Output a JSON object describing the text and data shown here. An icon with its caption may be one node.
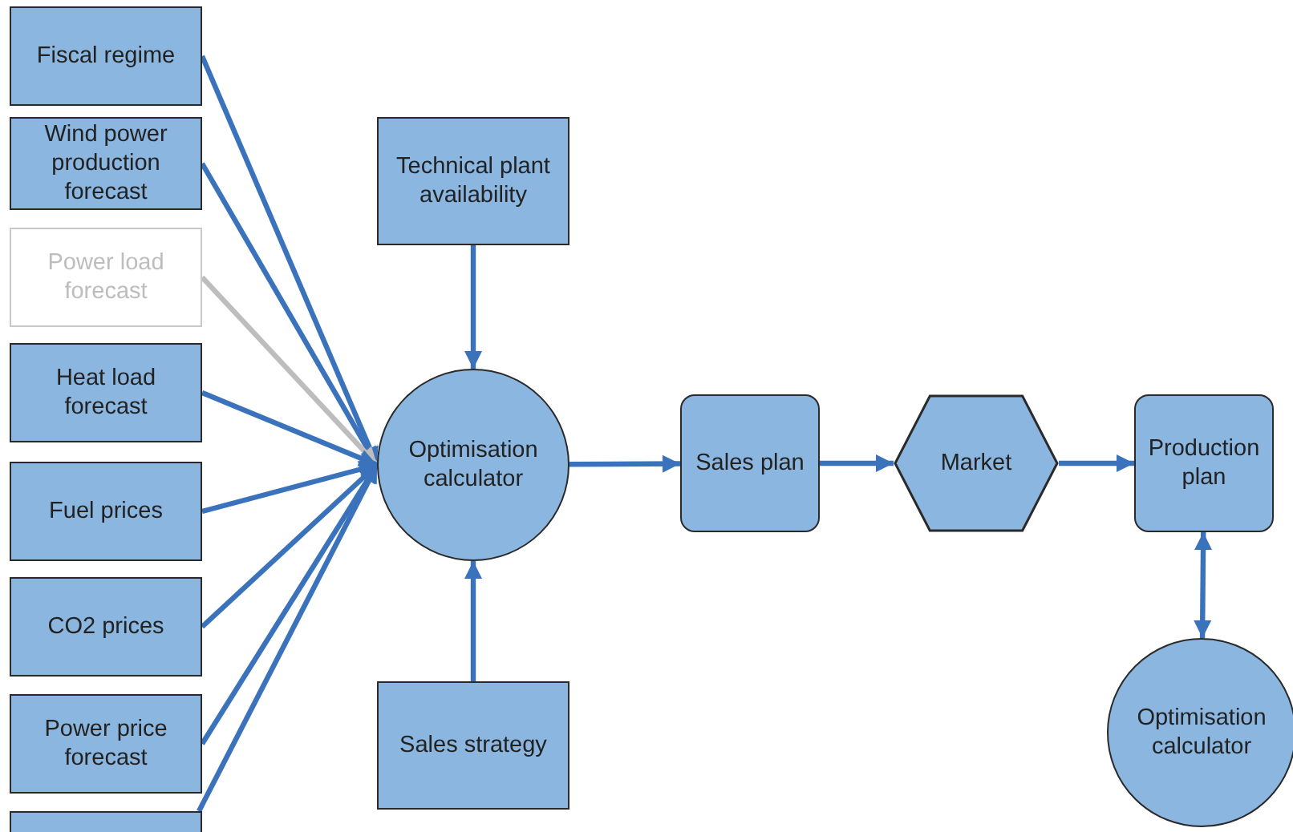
{
  "diagram": {
    "nodes": [
      {
        "text": [
          "Fiscal regime"
        ]
      },
      {
        "text": [
          "Wind power production forecast"
        ]
      },
      {
        "text": [
          "Power load forecast"
        ]
      },
      {
        "text": [
          "Heat load forecast"
        ]
      },
      {
        "text": [
          "Fuel prices"
        ]
      },
      {
        "text": [
          "CO2 prices"
        ]
      },
      {
        "text": [
          "Power price forecast"
        ]
      },
      {
        "text": [],
        "shape": "box"
      },
      {
        "text": [
          "Technical plant availability"
        ]
      },
      {
        "text": [
          "Optimisation calculator"
        ]
      },
      {
        "text": [
          "Sales strategy"
        ]
      },
      {
        "text": [
          "Sales plan"
        ]
      },
      {
        "text": [
          "Market"
        ]
      },
      {
        "text": [
          "Production plan"
        ]
      },
      {
        "text": [
          "Optimisation calculator"
        ]
      }
    ],
    "edges": [
      {
        "from": 0,
        "to": 9,
        "arrow": "to"
      },
      {
        "from": 1,
        "to": 9,
        "arrow": "to"
      },
      {
        "from": 2,
        "to": 9,
        "arrow": "to",
        "color": "#bdbdbd"
      },
      {
        "from": 3,
        "to": 9,
        "arrow": "to"
      },
      {
        "from": 4,
        "to": 9,
        "arrow": "to"
      },
      {
        "from": 5,
        "to": 9,
        "arrow": "to"
      },
      {
        "from": 6,
        "to": 9,
        "arrow": "to"
      },
      {
        "from": 7,
        "to": 9,
        "arrow": "to"
      },
      {
        "from": 8,
        "to": 9,
        "arrow": "to"
      },
      {
        "from": 10,
        "to": 9,
        "arrow": "to"
      },
      {
        "from": 9,
        "to": 11,
        "arrow": "to"
      },
      {
        "from": 11,
        "to": 12,
        "arrow": "to"
      },
      {
        "from": 12,
        "to": 13,
        "arrow": "to"
      },
      {
        "from": 13,
        "to": 14,
        "arrow": "both"
      }
    ]
  }
}
